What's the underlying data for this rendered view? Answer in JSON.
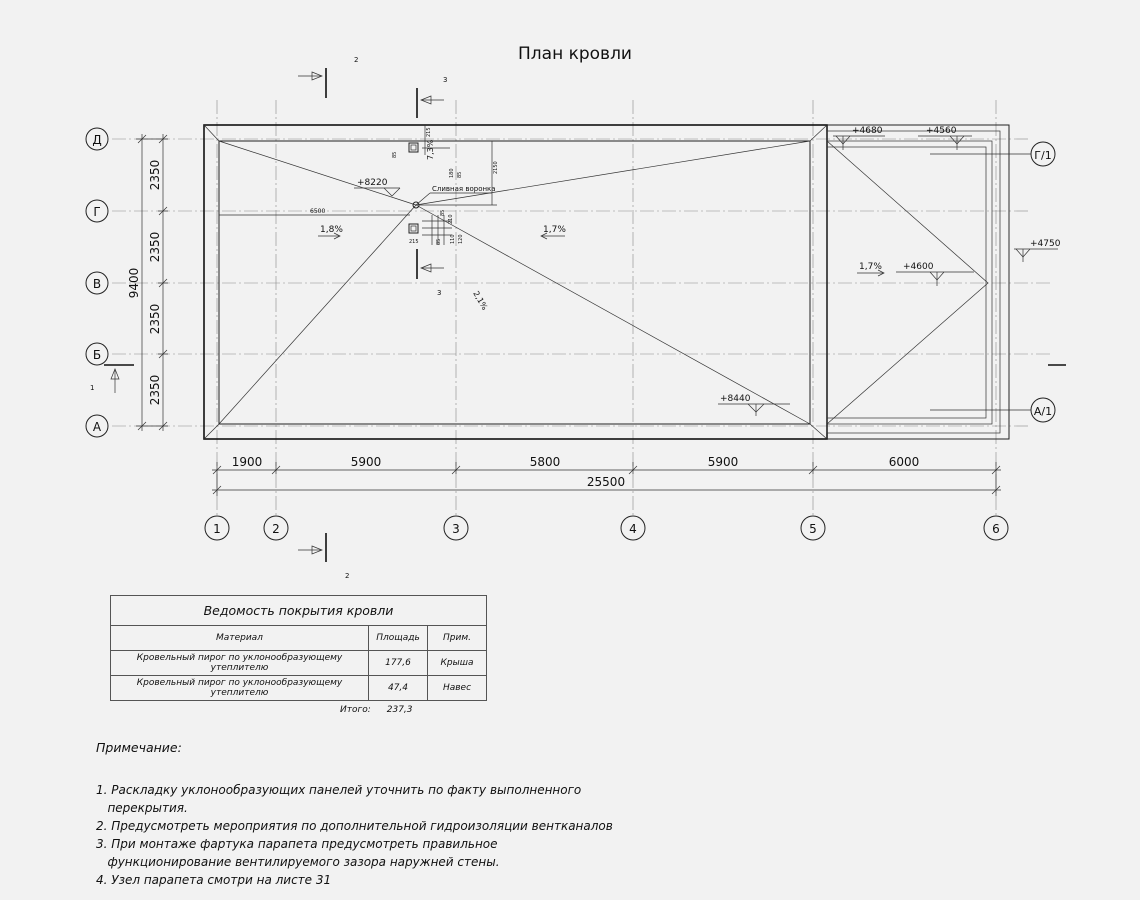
{
  "title": "План кровли",
  "axes_letters": [
    "Д",
    "Г",
    "В",
    "Б",
    "А"
  ],
  "axes_numbers": [
    "1",
    "2",
    "3",
    "4",
    "5",
    "6"
  ],
  "axes_extra": [
    "Г/1",
    "А/1"
  ],
  "dims_bottom": [
    "1900",
    "5900",
    "5800",
    "5900",
    "6000"
  ],
  "dim_total_bottom": "25500",
  "dims_left": [
    "2350",
    "2350",
    "2350",
    "2350"
  ],
  "dim_total_left": "9400",
  "section_marks": [
    "2",
    "3",
    "3",
    "2",
    "1"
  ],
  "levels": {
    "l8220": "+8220",
    "l8440": "+8440",
    "l4680": "+4680",
    "l4560": "+4560",
    "l4600": "+4600",
    "l4750": "+4750"
  },
  "slopes": {
    "s1": "1,8%",
    "s2": "1,7%",
    "s3": "7,3%",
    "s4": "2,1%",
    "s5": "1,7%"
  },
  "funnel_label": "Сливная воронка",
  "small_dims": [
    "6500",
    "2150",
    "215",
    "85",
    "180",
    "85",
    "85",
    "210",
    "85",
    "110",
    "120",
    "215"
  ],
  "schedule": {
    "caption": "Ведомость покрытия кровли",
    "headers": [
      "Материал",
      "Площадь",
      "Прим."
    ],
    "rows": [
      [
        "Кровельный пирог по уклонообразующему утеплителю",
        "177,6",
        "Крыша"
      ],
      [
        "Кровельный пирог по уклонообразующему утеплителю",
        "47,4",
        "Навес"
      ]
    ],
    "total_label": "Итого:",
    "total_value": "237,3"
  },
  "notes": {
    "heading": "Примечание:",
    "items": [
      "1. Раскладку уклонообразующих панелей уточнить по факту выполненного",
      "   перекрытия.",
      "2. Предусмотреть мероприятия по дополнительной гидроизоляции вентканалов",
      "3. При монтаже фартука парапета предусмотреть правильное",
      "   функционирование вентилируемого зазора наружней стены.",
      "4. Узел парапета смотри на листе 31"
    ]
  }
}
